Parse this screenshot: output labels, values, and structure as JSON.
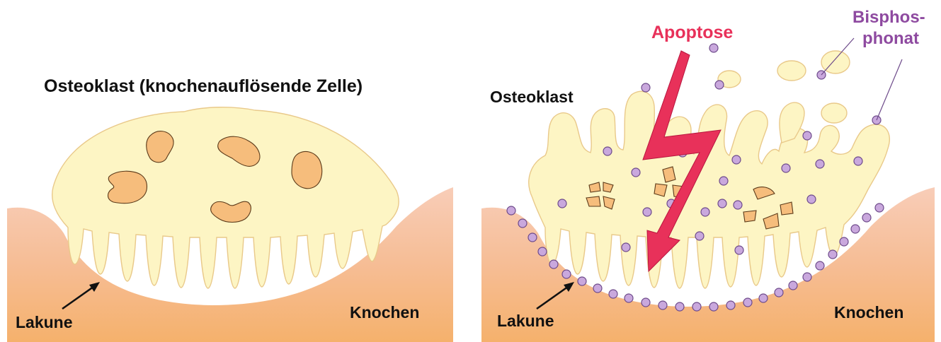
{
  "left_panel": {
    "title": "Osteoklast (knochenauflösende Zelle)",
    "lacuna_label": "Lakune",
    "bone_label": "Knochen"
  },
  "right_panel": {
    "cell_label": "Osteoklast",
    "apoptosis_label": "Apoptose",
    "bisphosphonate_label_line1": "Bisphos-",
    "bisphosphonate_label_line2": "phonat",
    "lacuna_label": "Lakune",
    "bone_label": "Knochen"
  },
  "colors": {
    "cell_fill": "#fdf5c4",
    "nucleus_fill": "#f6bd7c",
    "bone_top": "#f8c9b3",
    "bone_bottom": "#f6b36f",
    "apoptosis_red": "#e8315a",
    "bisphosphonate_purple": "#8e4aa0"
  }
}
